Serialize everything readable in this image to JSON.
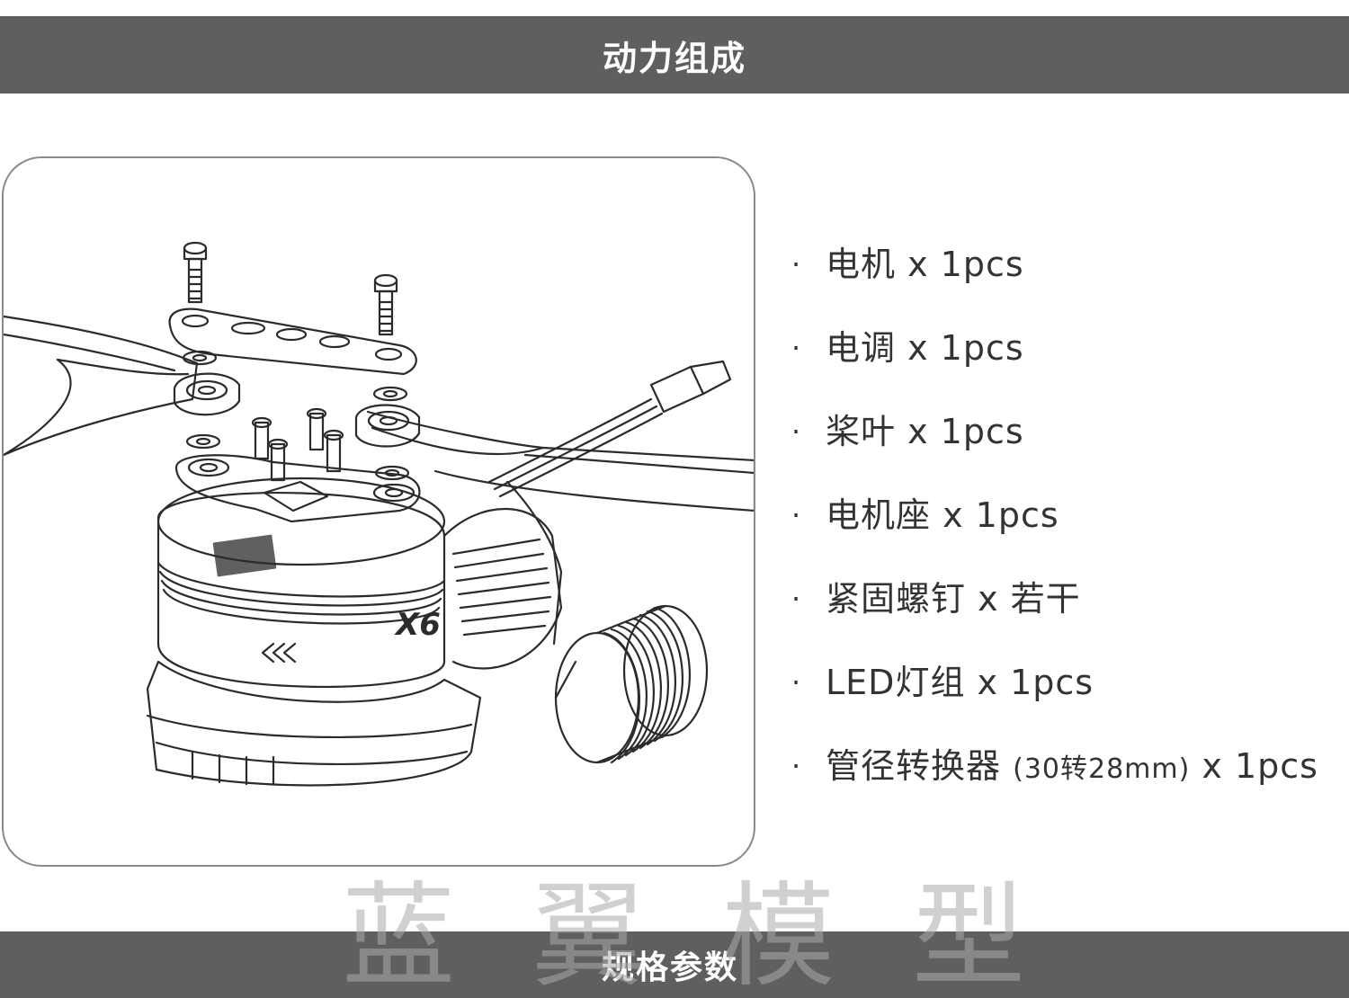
{
  "header": {
    "title": "动力组成"
  },
  "parts": {
    "items": [
      {
        "name": "电机",
        "qty": "x 1pcs"
      },
      {
        "name": "电调",
        "qty": "x 1pcs"
      },
      {
        "name": "桨叶",
        "qty": "x 1pcs"
      },
      {
        "name": "电机座",
        "qty": "x 1pcs"
      },
      {
        "name": "紧固螺钉",
        "qty": "x 若干"
      },
      {
        "name": "LED灯组",
        "qty": "x 1pcs"
      },
      {
        "name": "管径转换器",
        "detail": "(30转28mm)",
        "qty": "x 1pcs"
      }
    ]
  },
  "diagram": {
    "motor_label": "X6"
  },
  "watermark": {
    "chars": [
      "蓝",
      "翼",
      "模",
      "型"
    ]
  },
  "footer": {
    "title": "规格参数"
  }
}
